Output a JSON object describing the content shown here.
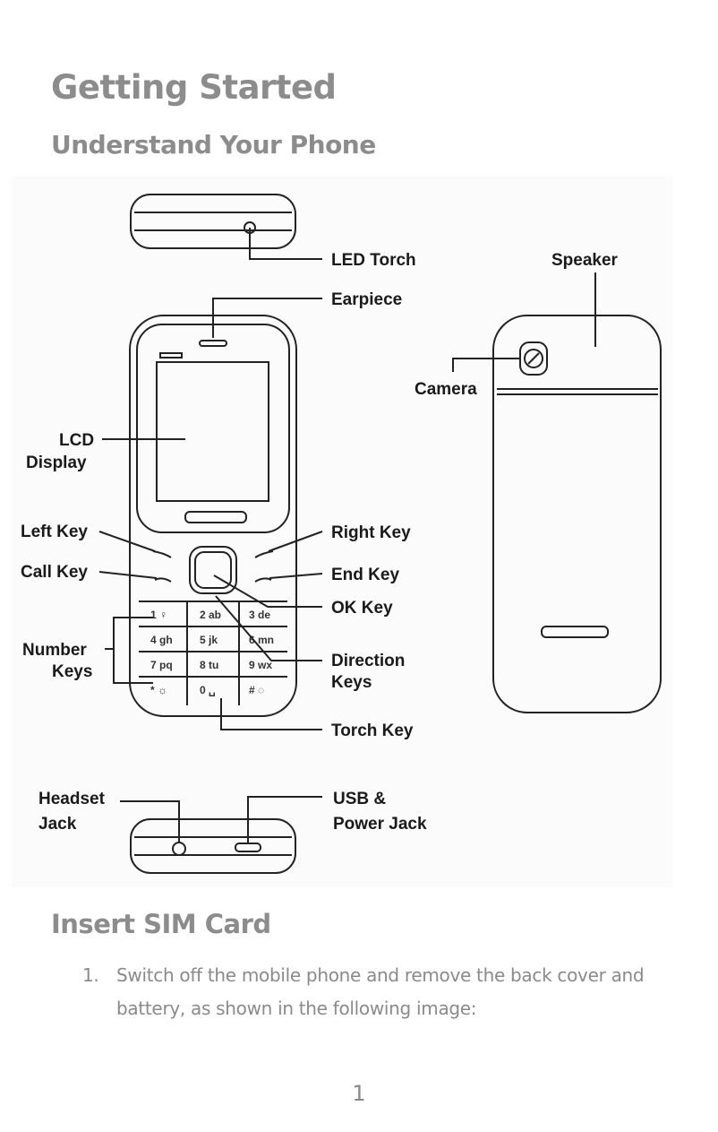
{
  "heading": "Getting Started",
  "subheading": "Understand Your Phone",
  "diagram": {
    "labels": {
      "led_torch": "LED Torch",
      "speaker": "Speaker",
      "earpiece": "Earpiece",
      "camera": "Camera",
      "lcd_display_1": "LCD",
      "lcd_display_2": "Display",
      "left_key": "Left Key",
      "right_key": "Right Key",
      "call_key": "Call Key",
      "end_key": "End Key",
      "ok_key": "OK Key",
      "number_keys_1": "Number",
      "number_keys_2": "Keys",
      "direction_keys_1": "Direction",
      "direction_keys_2": "Keys",
      "torch_key": "Torch Key",
      "headset_jack_1": "Headset",
      "headset_jack_2": "Jack",
      "usb_power_1": "USB &",
      "usb_power_2": "Power Jack"
    }
  },
  "section2": {
    "heading": "Insert SIM Card",
    "step_number": "1.",
    "step_text": "Switch off the mobile phone and remove the back cover and battery, as shown in the following image:"
  },
  "page_number": "1"
}
